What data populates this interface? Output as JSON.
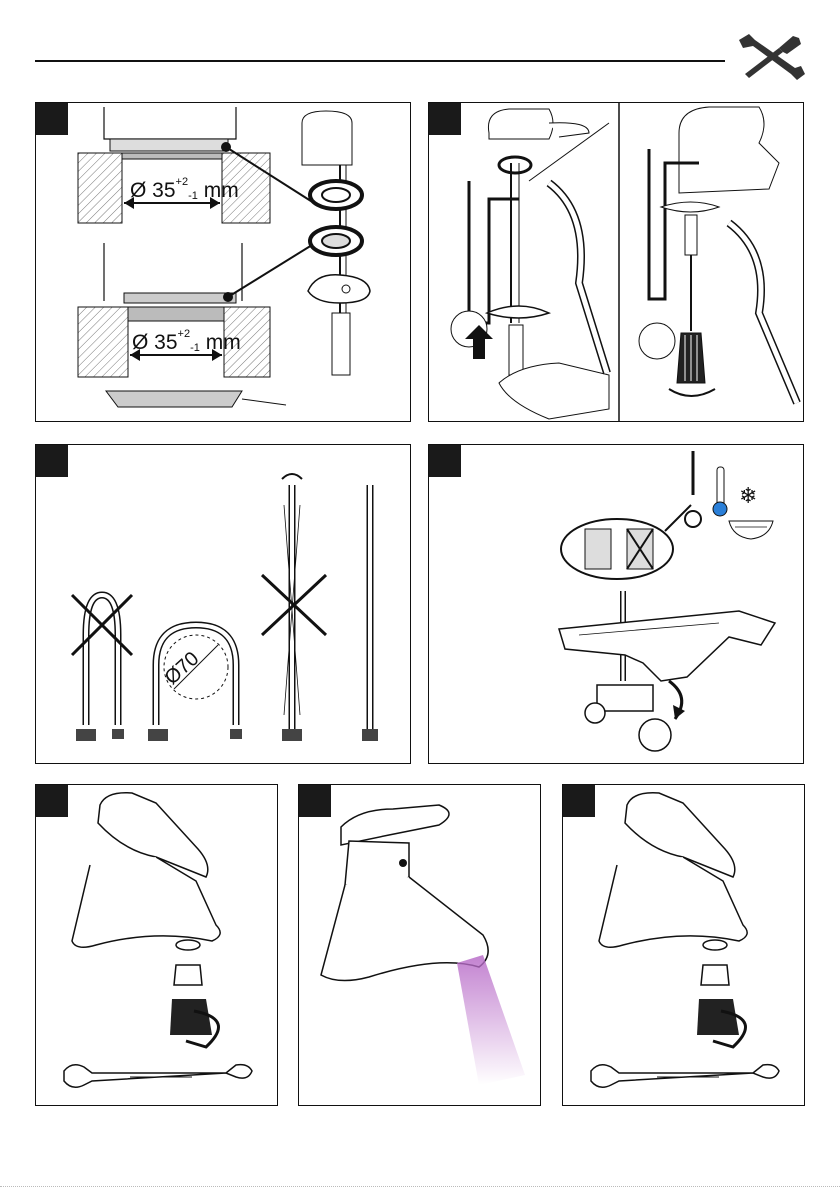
{
  "header": {
    "icon": "wrench-screwdriver-icon"
  },
  "panels": {
    "p1": {
      "dim_top": "Ø 35",
      "tol_top": "+2",
      "tol_bottom_top": "-1",
      "unit_top": "mm",
      "dim_bottom": "Ø 35",
      "tol_bottom": "+2",
      "tol_bottom_bottom": "-1",
      "unit_bottom": "mm"
    },
    "p3": {
      "diameter_label": "Ø70"
    }
  },
  "colors": {
    "ink": "#111111",
    "hatch": "#555555",
    "thermo_blue": "#2a7fd8",
    "water_purple": "#b86cc8"
  }
}
